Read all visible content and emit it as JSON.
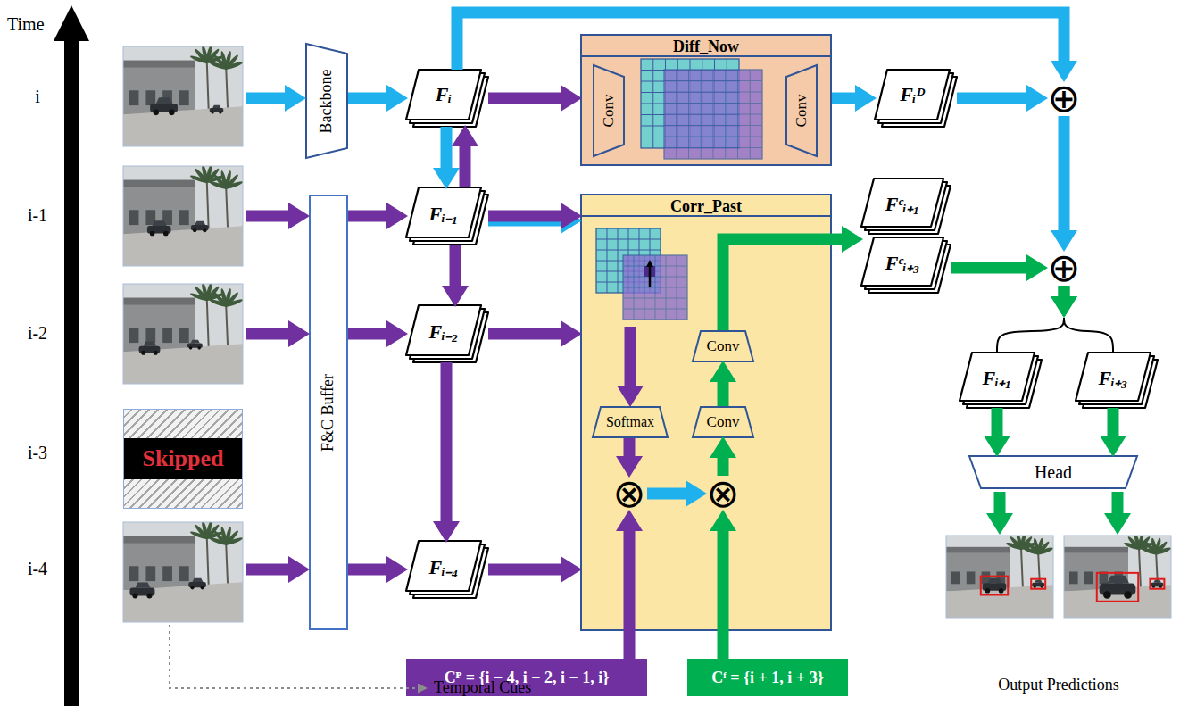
{
  "diagram": {
    "nodes": [
      {
        "text": [
          "Skipped"
        ]
      },
      {
        "text": [
          "Backbone"
        ]
      },
      {
        "text": [
          "F&C Buffer"
        ]
      },
      {
        "text": [
          "Fᵢ"
        ]
      },
      {
        "text": [
          "Fᵢ₋₁"
        ]
      },
      {
        "text": [
          "Fᵢ₋₂"
        ]
      },
      {
        "text": [
          "Fᵢ₋₄"
        ]
      },
      {
        "text": [
          "Diff_Now"
        ]
      },
      {
        "text": [
          "Conv"
        ],
        "in": 7
      },
      {
        "text": [
          "Conv"
        ],
        "in": 7
      },
      {
        "text": [
          "Corr_Past"
        ]
      },
      {
        "text": [
          "Softmax"
        ],
        "in": 10
      },
      {
        "text": [
          "⊗"
        ],
        "in": 10
      },
      {
        "text": [
          "⊗"
        ],
        "in": 10
      },
      {
        "text": [
          "Conv"
        ],
        "in": 10
      },
      {
        "text": [
          "Conv"
        ],
        "in": 10
      },
      {
        "text": [
          "Cᴾ = {i − 4, i − 2, i − 1, i}"
        ]
      },
      {
        "text": [
          "Cᶠ = {i + 1, i + 3}"
        ]
      },
      {
        "text": [
          "Fᵢᴰ"
        ]
      },
      {
        "text": [
          "Fᶜᵢ₊₁",
          "Fᶜᵢ₊₃"
        ]
      },
      {
        "text": [
          "⊕"
        ]
      },
      {
        "text": [
          "⊕"
        ]
      },
      {
        "text": [
          "Fᵢ₊₁"
        ]
      },
      {
        "text": [
          "Fᵢ₊₃"
        ]
      },
      {
        "text": [
          "Head"
        ]
      }
    ],
    "edges": [
      {
        "from": 1,
        "to": 3,
        "arrow": "to"
      },
      {
        "from": 2,
        "to": 4,
        "arrow": "to"
      },
      {
        "from": 2,
        "to": 5,
        "arrow": "to"
      },
      {
        "from": 2,
        "to": 6,
        "arrow": "to"
      },
      {
        "from": 3,
        "to": 4,
        "arrow": "to"
      },
      {
        "from": 4,
        "to": 3,
        "arrow": "to"
      },
      {
        "from": 4,
        "to": 5,
        "arrow": "to"
      },
      {
        "from": 5,
        "to": 6,
        "arrow": "to"
      },
      {
        "from": 3,
        "to": 7,
        "arrow": "to"
      },
      {
        "from": 3,
        "to": 20,
        "arrow": "to"
      },
      {
        "from": 4,
        "to": 10,
        "arrow": "to"
      },
      {
        "from": 5,
        "to": 10,
        "arrow": "to"
      },
      {
        "from": 6,
        "to": 10,
        "arrow": "to"
      },
      {
        "from": 7,
        "to": 18,
        "arrow": "to"
      },
      {
        "from": 18,
        "to": 20,
        "arrow": "to"
      },
      {
        "from": 20,
        "to": 21,
        "arrow": "to"
      },
      {
        "from": 11,
        "to": 12,
        "arrow": "to"
      },
      {
        "from": 16,
        "to": 12,
        "arrow": "to"
      },
      {
        "from": 12,
        "to": 13,
        "arrow": "to"
      },
      {
        "from": 17,
        "to": 13,
        "arrow": "to"
      },
      {
        "from": 13,
        "to": 14,
        "arrow": "to"
      },
      {
        "from": 14,
        "to": 15,
        "arrow": "to"
      },
      {
        "from": 15,
        "to": 19,
        "arrow": "to"
      },
      {
        "from": 19,
        "to": 21,
        "arrow": "to"
      },
      {
        "from": 21,
        "to": 22,
        "arrow": "to"
      },
      {
        "from": 21,
        "to": 23,
        "arrow": "to"
      },
      {
        "from": 22,
        "to": 24,
        "arrow": "to"
      },
      {
        "from": 23,
        "to": 24,
        "arrow": "to"
      }
    ],
    "labels": [
      "Time",
      "i",
      "i-1",
      "i-2",
      "i-3",
      "i-4",
      "Temporal Cues",
      "Output Predictions"
    ]
  }
}
